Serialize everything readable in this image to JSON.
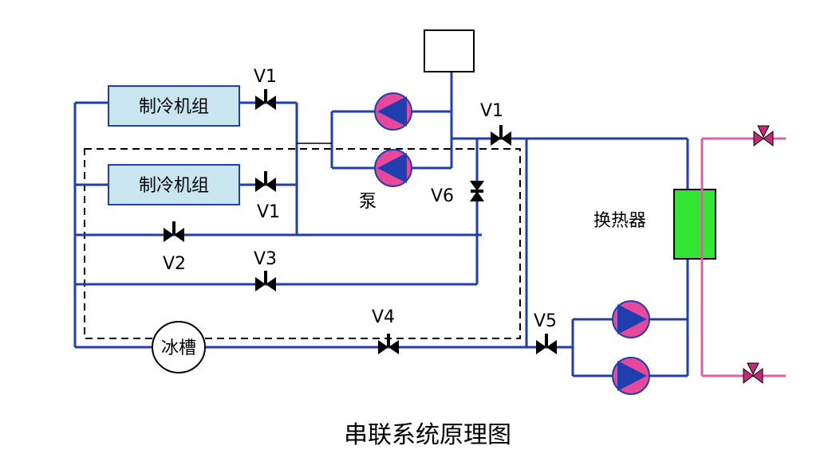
{
  "title": "串联系统原理图",
  "colors": {
    "pipe": "#1f3fae",
    "chiller_fill": "#c9e6f0",
    "pump_fill": "#e8489c",
    "pump_triangle": "#1f3fae",
    "exchanger_fill": "#33e633",
    "secondary_pipe": "#e060a8",
    "secondary_valve": "#c8287a"
  },
  "chillers": [
    {
      "label": "制冷机组"
    },
    {
      "label": "制冷机组"
    }
  ],
  "valves": {
    "v1_top": "V1",
    "v1_mid": "V1",
    "v1_right": "V1",
    "v2": "V2",
    "v3": "V3",
    "v4": "V4",
    "v5": "V5",
    "v6": "V6"
  },
  "pump_label": "泵",
  "ice_tank_label": "冰槽",
  "exchanger_label": "换热器",
  "icons": [
    "gate-valve-icon",
    "pump-icon",
    "three-way-valve-icon"
  ]
}
